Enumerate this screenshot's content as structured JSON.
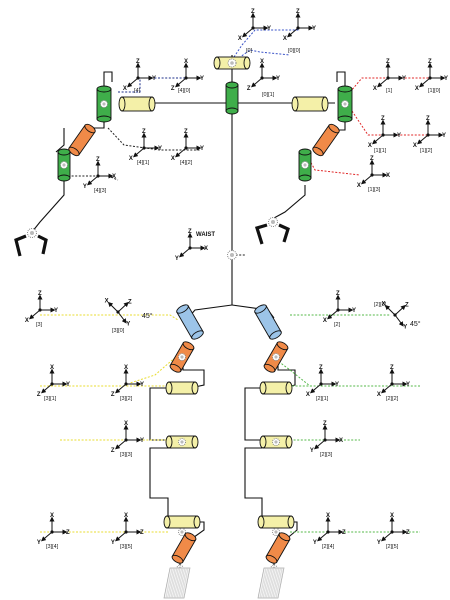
{
  "waist_label": "WAIST",
  "frame_labels": {
    "h0": "[0]",
    "h00": "[0][0]",
    "h01": "[0][1]",
    "l4": "[4]",
    "l40": "[4][0]",
    "l41": "[4][1]",
    "l42": "[4][2]",
    "l43": "[4][3]",
    "r1": "[1]",
    "r10": "[1][0]",
    "r11": "[1][1]",
    "r12": "[1][2]",
    "r13": "[1][3]",
    "g3": "[3]",
    "g30": "[3][0]",
    "g31": "[3][1]",
    "g32": "[3][2]",
    "g33": "[3][3]",
    "g34": "[3][4]",
    "g35": "[3][5]",
    "g2": "[2]",
    "g20": "[2][0]",
    "g21": "[2][1]",
    "g22": "[2][2]",
    "g23": "[2][3]",
    "g24": "[2][4]",
    "g25": "[2][5]"
  },
  "angle_left": "45°",
  "angle_right": "45°",
  "colors": {
    "yellow_joint": "#f4f0a8",
    "green_joint": "#3fae4a",
    "orange_joint": "#f08a48",
    "blue_joint": "#9cc4e8",
    "head_line": "#3a53c8",
    "right_arm_line": "#e02828",
    "left_leg_line": "#e8dc30",
    "right_leg_line": "#56b84a"
  }
}
